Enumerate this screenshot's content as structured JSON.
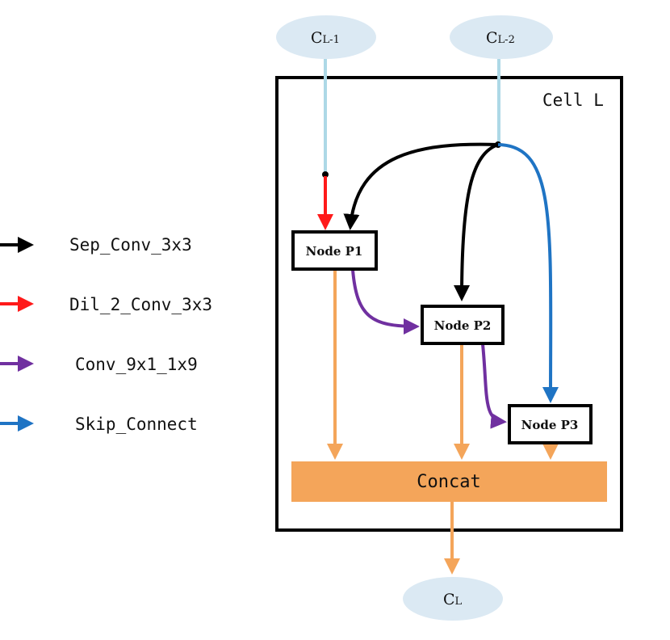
{
  "legend": [
    {
      "label": "Sep_Conv_3x3",
      "color": "#000000"
    },
    {
      "label": "Dil_2_Conv_3x3",
      "color": "#ff1a1a"
    },
    {
      "label": "Conv_9x1_1x9",
      "color": "#7030a0"
    },
    {
      "label": "Skip_Connect",
      "color": "#1f74c4"
    }
  ],
  "inputs": {
    "c_l_minus_1": {
      "main": "C",
      "sub": "L-1"
    },
    "c_l_minus_2": {
      "main": "C",
      "sub": "L-2"
    }
  },
  "output": {
    "main": "C",
    "sub": "L"
  },
  "cell_label": "Cell L",
  "nodes": {
    "p1": "Node P1",
    "p2": "Node P2",
    "p3": "Node P3"
  },
  "concat_label": "Concat",
  "colors": {
    "input_ellipse": "#dbe9f3",
    "input_edge": "#add8e6",
    "concat_fill": "#f4a55a",
    "concat_edge": "#f4a55a"
  }
}
